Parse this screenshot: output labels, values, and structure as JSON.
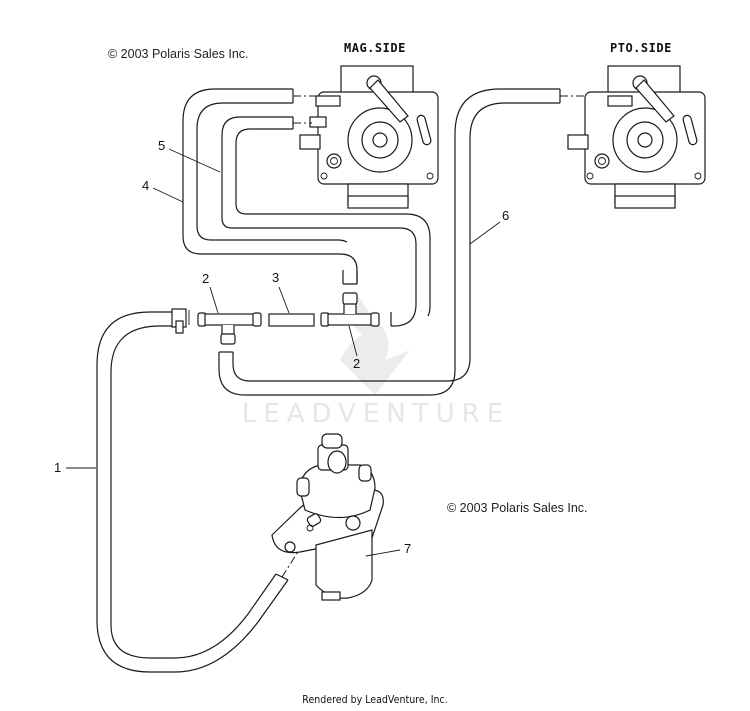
{
  "diagram": {
    "title": "Fuel line routing",
    "copyright_top": "© 2003 Polaris Sales Inc.",
    "copyright_right": "© 2003 Polaris Sales Inc.",
    "labels": {
      "mag_side": "MAG.SIDE",
      "pto_side": "PTO.SIDE"
    },
    "watermark": "LEADVENTURE",
    "callouts": [
      {
        "id": "1",
        "text": "1",
        "part": "fuel-line-main"
      },
      {
        "id": "2a",
        "text": "2",
        "part": "tee-fitting"
      },
      {
        "id": "2b",
        "text": "2",
        "part": "tee-fitting"
      },
      {
        "id": "3",
        "text": "3",
        "part": "hose-connector"
      },
      {
        "id": "4",
        "text": "4",
        "part": "fuel-line-mag-outer"
      },
      {
        "id": "5",
        "text": "5",
        "part": "fuel-line-mag-inner"
      },
      {
        "id": "6",
        "text": "6",
        "part": "fuel-line-pto"
      },
      {
        "id": "7",
        "text": "7",
        "part": "fuel-pump"
      }
    ]
  },
  "footer": {
    "rendered_by": "Rendered by LeadVenture, Inc."
  }
}
